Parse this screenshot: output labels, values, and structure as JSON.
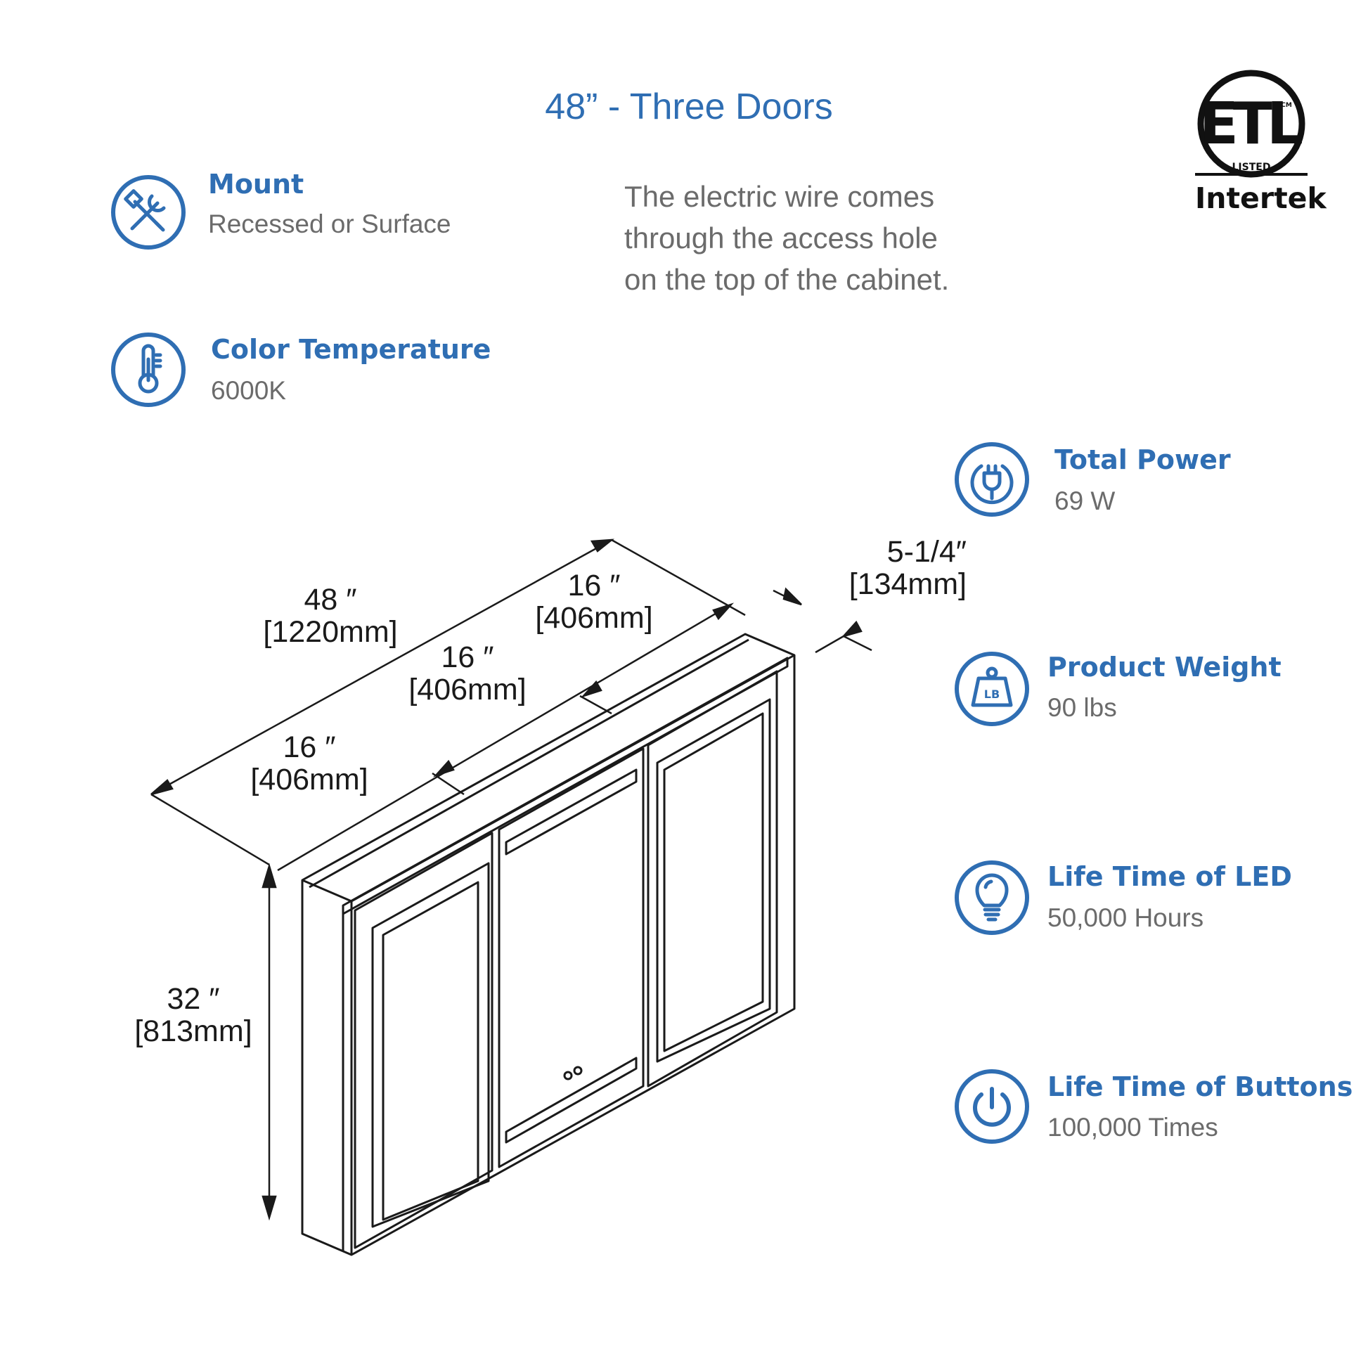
{
  "title": "48” - Three Doors",
  "note": [
    "The electric wire comes",
    "through the access hole",
    "on the top of the cabinet."
  ],
  "certification": {
    "mark_text": "ETL",
    "mark_sub": "LISTED",
    "mark_corner": "CM",
    "brand": "Intertek"
  },
  "features": [
    {
      "label": "Mount",
      "value": "Recessed or Surface",
      "icon": "tools-icon"
    },
    {
      "label": "Color Temperature",
      "value": "6000K",
      "icon": "thermometer-icon"
    },
    {
      "label": "Total Power",
      "value": "69 W",
      "icon": "power-plug-icon"
    },
    {
      "label": "Product Weight",
      "value": "90 lbs",
      "icon": "weight-icon",
      "icon_text": "LB"
    },
    {
      "label": "Life Time of LED",
      "value": "50,000 Hours",
      "icon": "light-bulb-icon"
    },
    {
      "label": "Life Time of Buttons",
      "value": "100,000 Times",
      "icon": "power-button-icon"
    }
  ],
  "dimensions": {
    "width": {
      "in": "48 ″",
      "mm": "[1220mm]"
    },
    "door_left": {
      "in": "16 ″",
      "mm": "[406mm]"
    },
    "door_middle": {
      "in": "16 ″",
      "mm": "[406mm]"
    },
    "door_right": {
      "in": "16 ″",
      "mm": "[406mm]"
    },
    "depth": {
      "in": "5-1/4″",
      "mm": "[134mm]"
    },
    "height": {
      "in": "32 ″",
      "mm": "[813mm]"
    }
  },
  "colors": {
    "accent": "#2f6eb3",
    "text_gray": "#6b6b6b",
    "line": "#1a1a1a"
  }
}
